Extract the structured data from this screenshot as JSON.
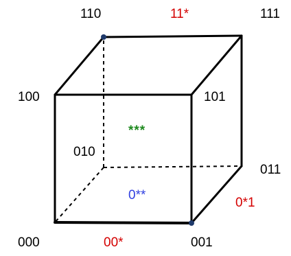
{
  "vertices": {
    "v000": "000",
    "v001": "001",
    "v010": "010",
    "v011": "011",
    "v100": "100",
    "v101": "101",
    "v110": "110",
    "v111": "111"
  },
  "subcubes": {
    "s00x": "00*",
    "s0x1": "0*1",
    "s11x": "11*",
    "s0xx": "0**",
    "sxxx": "***"
  },
  "colors": {
    "black": "#000000",
    "red": "#d40000",
    "blue": "#2f3fe0",
    "green": "#1f8a1f",
    "dot": "#1f3a6b"
  }
}
